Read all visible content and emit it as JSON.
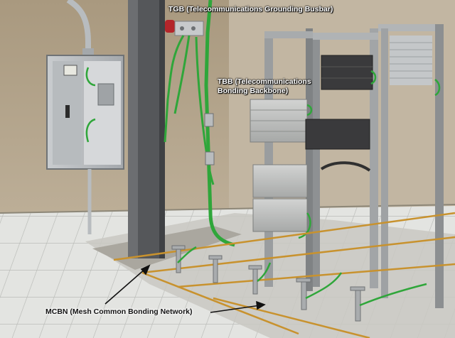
{
  "labels": {
    "tgb": "TGB (Telecommunications Grounding Busbar)",
    "tbb_line1": "TBB (Telecommunications",
    "tbb_line2": "Bonding Backbone)",
    "mcbn": "MCBN (Mesh Common Bonding Network)"
  },
  "colors": {
    "ground_wire": "#2fa63a",
    "bonding_strip": "#c8922e",
    "wall": "#b3a58f",
    "floor": "#d9dad6",
    "rack_frame": "#9a9d9f",
    "equipment": "#3a3a3c"
  }
}
